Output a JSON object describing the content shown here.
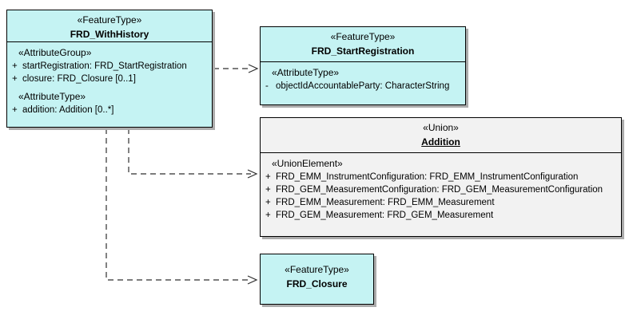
{
  "colors": {
    "feature_fill": "#C5F3F3",
    "union_fill": "#F2F2F2",
    "border": "#000000",
    "shadow": "#ACACAC",
    "connector": "#2E2E2E"
  },
  "classes": {
    "frd_with_history": {
      "stereotype": "«FeatureType»",
      "name": "FRD_WithHistory",
      "groups": [
        {
          "label": "«AttributeGroup»",
          "members": [
            {
              "prefix": "+",
              "text": "startRegistration: FRD_StartRegistration"
            },
            {
              "prefix": "+",
              "text": "closure: FRD_Closure [0..1]"
            }
          ]
        },
        {
          "label": "«AttributeType»",
          "members": [
            {
              "prefix": "+",
              "text": "addition: Addition [0..*]"
            }
          ]
        }
      ]
    },
    "frd_start_registration": {
      "stereotype": "«FeatureType»",
      "name": "FRD_StartRegistration",
      "groups": [
        {
          "label": "«AttributeType»",
          "members": [
            {
              "prefix": "-",
              "text": "objectIdAccountableParty: CharacterString"
            }
          ]
        }
      ]
    },
    "addition": {
      "stereotype": "«Union»",
      "name": "Addition",
      "groups": [
        {
          "label": "«UnionElement»",
          "members": [
            {
              "prefix": "+",
              "text": "FRD_EMM_InstrumentConfiguration: FRD_EMM_InstrumentConfiguration"
            },
            {
              "prefix": "+",
              "text": "FRD_GEM_MeasurementConfiguration: FRD_GEM_MeasurementConfiguration"
            },
            {
              "prefix": "+",
              "text": "FRD_EMM_Measurement: FRD_EMM_Measurement"
            },
            {
              "prefix": "+",
              "text": "FRD_GEM_Measurement: FRD_GEM_Measurement"
            }
          ]
        }
      ]
    },
    "frd_closure": {
      "stereotype": "«FeatureType»",
      "name": "FRD_Closure"
    }
  }
}
